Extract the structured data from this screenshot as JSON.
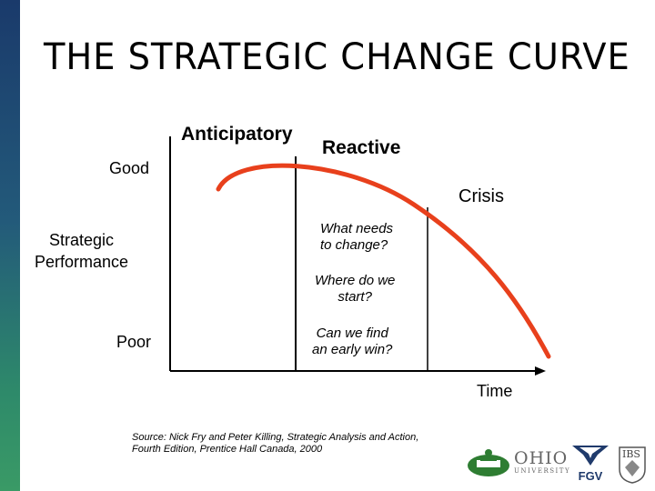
{
  "slide": {
    "title": "THE STRATEGIC CHANGE CURVE"
  },
  "diagram": {
    "phases": {
      "anticipatory": "Anticipatory",
      "reactive": "Reactive",
      "crisis": "Crisis"
    },
    "y_axis": {
      "title_line1": "Strategic",
      "title_line2": "Performance",
      "top_label": "Good",
      "bottom_label": "Poor"
    },
    "x_axis": {
      "title": "Time"
    },
    "questions": [
      {
        "line1": "What needs",
        "line2": "to change?"
      },
      {
        "line1": "Where do we",
        "line2": "start?"
      },
      {
        "line1": "Can we find",
        "line2": "an early win?"
      }
    ],
    "curve_color": "#e8401c"
  },
  "source": {
    "line1": "Source:  Nick Fry and Peter Killing, Strategic Analysis and Action,",
    "line2": "Fourth Edition, Prentice Hall Canada, 2000"
  },
  "logos": {
    "ohio": "OHIO",
    "ohio_sub": "UNIVERSITY",
    "fgv": "FGV",
    "ibs": "IBS"
  }
}
